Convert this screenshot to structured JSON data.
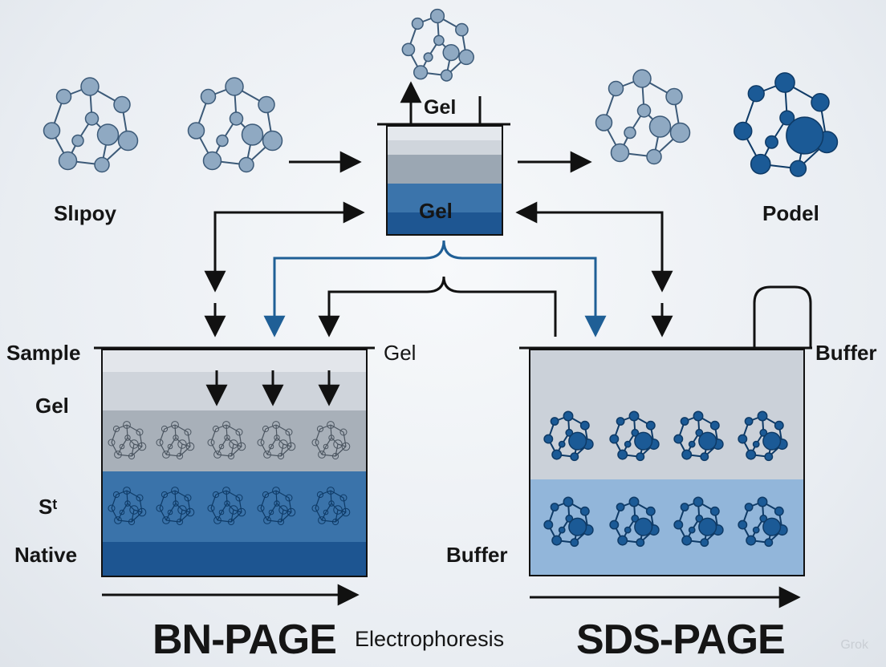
{
  "labels": {
    "top_left_molecule": "Slıpoy",
    "top_right_molecule": "Podel",
    "beaker_top": "Gel",
    "beaker_middle": "Gel",
    "left_sample": "Sample",
    "left_gel": "Gel",
    "left_st": "Sᵗ",
    "left_native": "Native",
    "center_gel": "Gel",
    "right_buffer_top": "Buffer",
    "right_buffer_bottom": "Buffer",
    "title_left": "BN-PAGE",
    "title_center": "Electrophoresis",
    "title_right": "SDS-PAGE",
    "watermark": "Grok"
  },
  "colors": {
    "outline": "#111111",
    "molecule_light_fill": "#8fa9c2",
    "molecule_light_stroke": "#3c5a78",
    "molecule_dark_fill": "#1b5a96",
    "molecule_dark_stroke": "#0e3a66",
    "accent_blue_arrow": "#1f5f96",
    "gel_light": "#d3d8df",
    "gel_mid": "#9aa6b2",
    "gel_dark": "#2f6aa5",
    "gel_darkest": "#1c5490",
    "sds_gel_top": "#c8ced6",
    "sds_gel_bottom": "#8fb4d9"
  }
}
